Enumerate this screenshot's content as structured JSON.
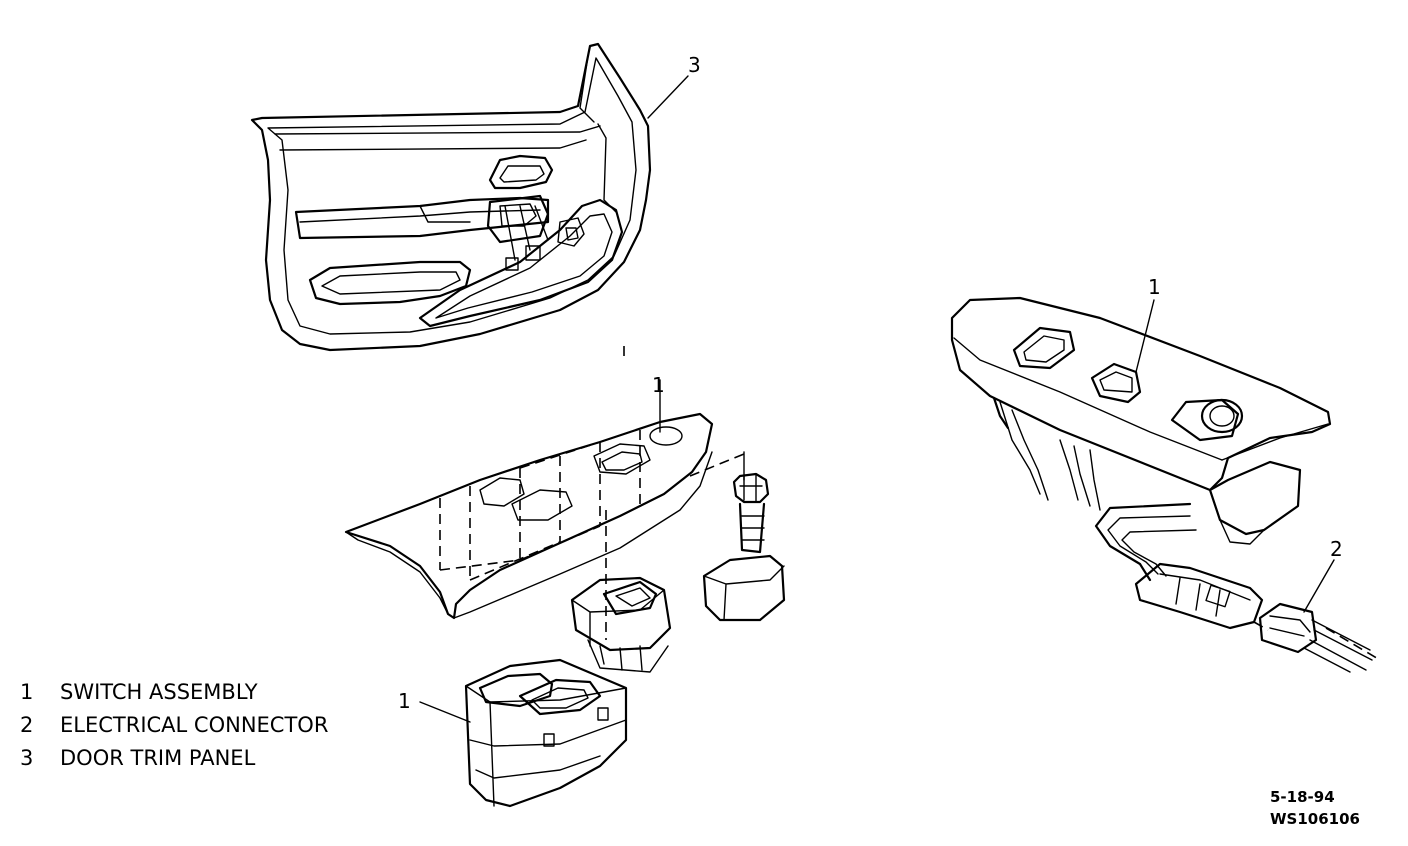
{
  "callouts": {
    "door_panel": "3",
    "switch_assembly_left": "1",
    "switch_assembly_right": "1",
    "electrical_connector": "2"
  },
  "legend": [
    {
      "num": "1",
      "label": "SWITCH ASSEMBLY"
    },
    {
      "num": "2",
      "label": "ELECTRICAL CONNECTOR"
    },
    {
      "num": "3",
      "label": "DOOR TRIM PANEL"
    }
  ],
  "stamp": {
    "date": "5-18-94",
    "code": "WS106106"
  }
}
